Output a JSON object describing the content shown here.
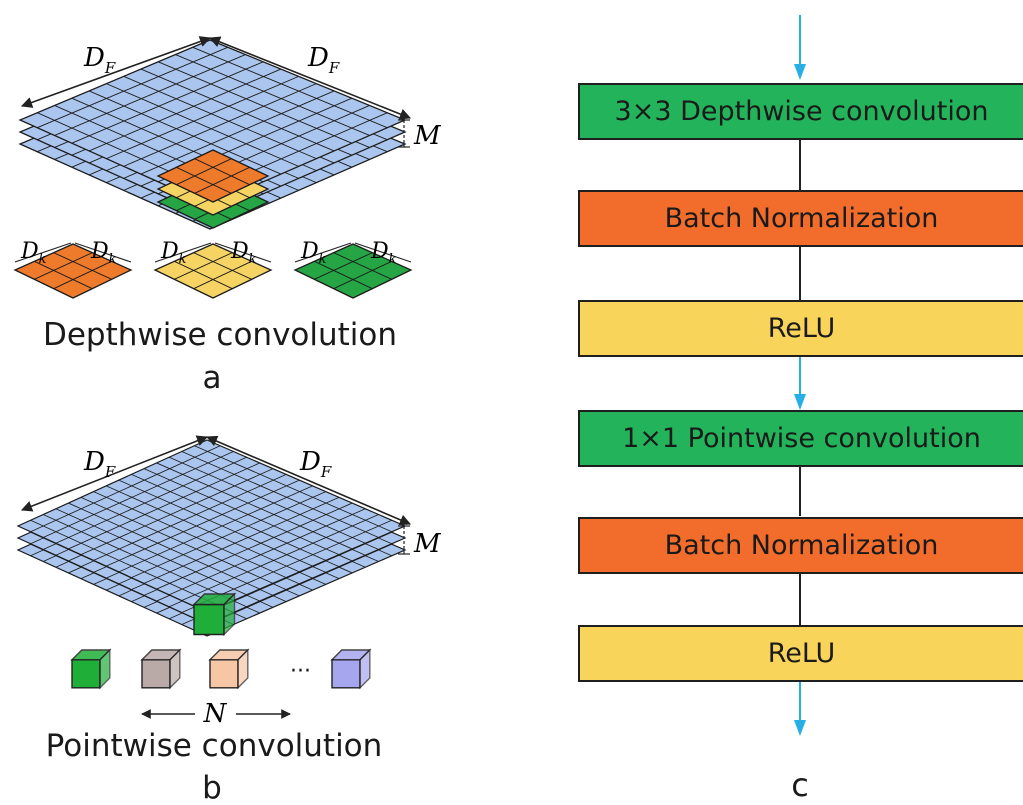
{
  "panels": {
    "a": {
      "feature_width_label": "D",
      "feature_width_sub": "F",
      "feature_height_label": "D",
      "feature_height_sub": "F",
      "depth_label": "M",
      "kernel_label": "D",
      "kernel_sub": "k",
      "kernel_colors": [
        "#ee7a2c",
        "#f5d463",
        "#25a544"
      ],
      "caption": "Depthwise convolution",
      "letter": "a"
    },
    "b": {
      "feature_width_label": "D",
      "feature_width_sub": "F",
      "feature_height_label": "D",
      "feature_height_sub": "F",
      "depth_label": "M",
      "filter_colors": [
        "#1fae37",
        "#b9aaa8",
        "#f7c6a5",
        "#a6a6ef"
      ],
      "ellipsis": "···",
      "count_label": "N",
      "caption": "Pointwise convolution",
      "letter": "b"
    },
    "c": {
      "blocks": [
        {
          "label": "3×3 Depthwise convolution",
          "color": "#23b45b"
        },
        {
          "label": "Batch Normalization",
          "color": "#f26d2b"
        },
        {
          "label": "ReLU",
          "color": "#f8d55a"
        },
        {
          "label": "1×1 Pointwise convolution",
          "color": "#23b45b"
        },
        {
          "label": "Batch Normalization",
          "color": "#f26d2b"
        },
        {
          "label": "ReLU",
          "color": "#f8d55a"
        }
      ],
      "arrow_color": "#26aee6",
      "letter": "c"
    }
  },
  "colors": {
    "feature_map": "#aac6ee",
    "grid_line": "#1c1c1c"
  }
}
